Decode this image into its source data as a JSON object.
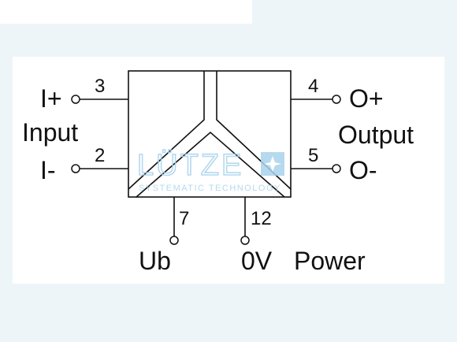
{
  "labels": {
    "input_pos": "I+",
    "input_neg": "I-",
    "input_group": "Input",
    "output_pos": "O+",
    "output_neg": "O-",
    "output_group": "Output",
    "supply_pos": "Ub",
    "supply_zero": "0V",
    "supply_group": "Power"
  },
  "pins": {
    "input_pos": "3",
    "input_neg": "2",
    "output_pos": "4",
    "output_neg": "5",
    "supply_pos": "7",
    "supply_zero": "12"
  },
  "watermark": {
    "brand": "LÜTZE",
    "tagline": "SYSTEMATIC TECHNOLOGY"
  },
  "colors": {
    "line": "#111111",
    "watermark": "#a9d3ec",
    "background": "#eef5f9"
  }
}
